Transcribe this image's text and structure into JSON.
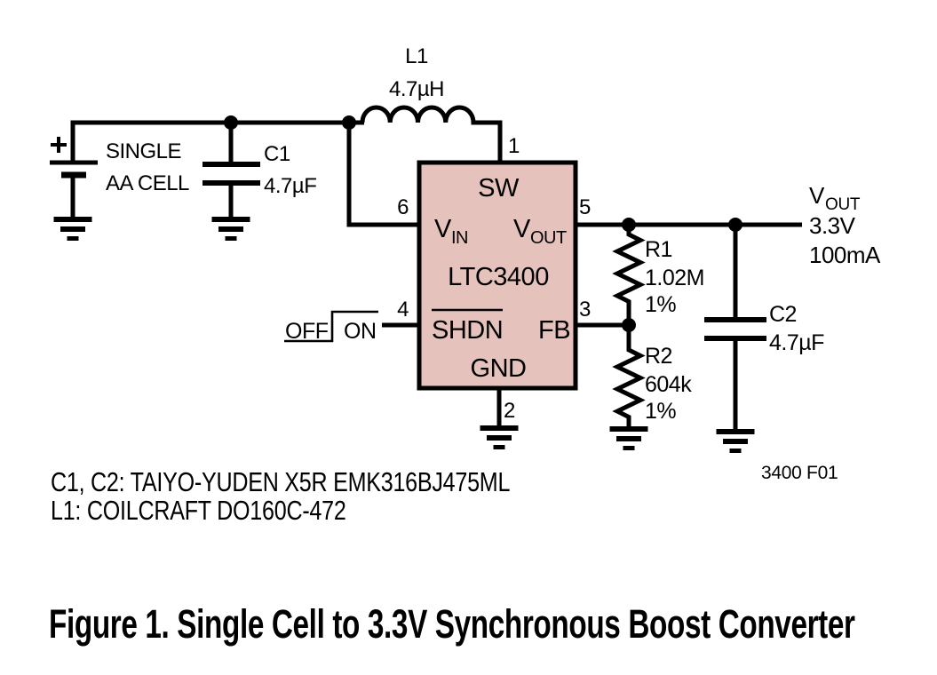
{
  "colors": {
    "ic_fill": "#e5c3bc",
    "line": "#000000",
    "background": "#ffffff"
  },
  "schematic": {
    "input": {
      "plus": "+",
      "source_line1": "SINGLE",
      "source_line2": "AA CELL"
    },
    "c1": {
      "ref": "C1",
      "value": "4.7µF"
    },
    "l1": {
      "ref": "L1",
      "value": "4.7µH"
    },
    "ic": {
      "part": "LTC3400",
      "pin_sw": {
        "num": "1",
        "label": "SW"
      },
      "pin_vin": {
        "num": "6",
        "label_main": "V",
        "label_sub": "IN"
      },
      "pin_vout": {
        "num": "5",
        "label_main": "V",
        "label_sub": "OUT"
      },
      "pin_shdn": {
        "num": "4",
        "label": "SHDN"
      },
      "pin_fb": {
        "num": "3",
        "label": "FB"
      },
      "pin_gnd": {
        "num": "2",
        "label": "GND"
      }
    },
    "shdn_control": {
      "off": "OFF",
      "on": "ON"
    },
    "r1": {
      "ref": "R1",
      "value": "1.02M",
      "tol": "1%"
    },
    "r2": {
      "ref": "R2",
      "value": "604k",
      "tol": "1%"
    },
    "c2": {
      "ref": "C2",
      "value": "4.7µF"
    },
    "output": {
      "label_main": "V",
      "label_sub": "OUT",
      "voltage": "3.3V",
      "current": "100mA"
    },
    "figure_id": "3400 F01"
  },
  "notes": {
    "line1": "C1, C2: TAIYO-YUDEN X5R EMK316BJ475ML",
    "line2": "L1: COILCRAFT DO160C-472"
  },
  "caption": "Figure 1. Single Cell to 3.3V Synchronous Boost Converter"
}
